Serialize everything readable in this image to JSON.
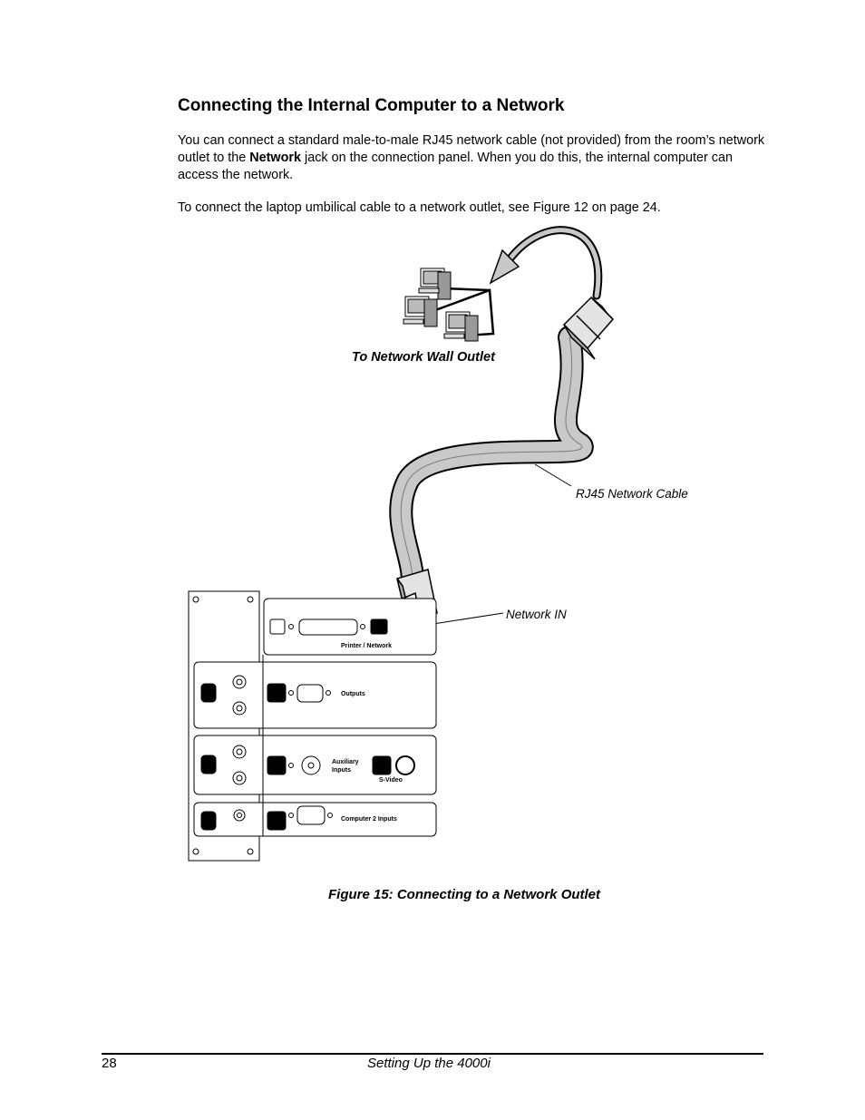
{
  "section_heading": "Connecting the Internal Computer to a Network",
  "paragraph1": {
    "before": "You can connect a standard male-to-male RJ45 network cable (not provided) from the room’s network outlet to the ",
    "bold": "Network",
    "after": " jack on the connection panel. When you do this, the internal computer can access the network."
  },
  "paragraph2": "To connect the laptop umbilical cable to a network outlet, see Figure 12 on page 24.",
  "figure": {
    "label_wall_outlet": "To Network Wall Outlet",
    "label_cable": "RJ45 Network Cable",
    "label_network_in": "Network IN",
    "panel": {
      "printer_network": "Printer / Network",
      "outputs": "Outputs",
      "auxiliary_line1": "Auxiliary",
      "auxiliary_line2": "Inputs",
      "s_video": "S-Video",
      "computer2_inputs": "Computer 2 Inputs"
    },
    "caption": "Figure 15: Connecting to a Network Outlet"
  },
  "footer": {
    "page_number": "28",
    "running_title": "Setting Up the 4000i"
  }
}
